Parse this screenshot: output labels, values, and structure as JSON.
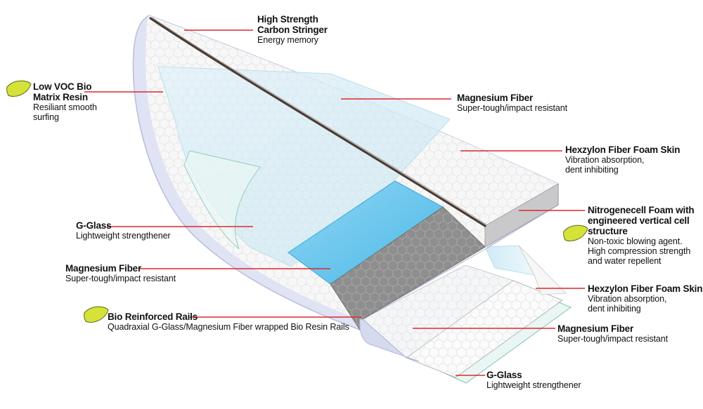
{
  "colors": {
    "leader": "#e0262e",
    "leaf": "#d4e23a",
    "foam_skin": "#f6f6f6",
    "magnesium": "#5cc3ec",
    "core": "#8f8f8f",
    "stringer": "#4a3c34",
    "rail": "#d8dcef"
  },
  "callouts": {
    "carbon_stringer": {
      "title": [
        "High Strength",
        "Carbon Stringer"
      ],
      "desc": [
        "Energy memory"
      ]
    },
    "bio_resin": {
      "title": [
        "Low VOC Bio",
        "Matrix Resin"
      ],
      "desc": [
        "Resiliant smooth",
        "surfing"
      ],
      "leaf_icon": "leaf-icon"
    },
    "magnesium_top": {
      "title": [
        "Magnesium Fiber"
      ],
      "desc": [
        "Super-tough/impact resistant"
      ]
    },
    "hexzylon_top": {
      "title": [
        "Hexzylon Fiber Foam Skin"
      ],
      "desc": [
        "Vibration absorption,",
        "dent inhibiting"
      ]
    },
    "nitrogenecell": {
      "title": [
        "Nitrogenecell Foam with",
        "engineered vertical cell",
        "structure"
      ],
      "desc": [
        "Non-toxic blowing agent.",
        "High compression strength",
        "and water repellent"
      ],
      "leaf_icon": "leaf-icon"
    },
    "gglass_left": {
      "title": [
        "G-Glass"
      ],
      "desc": [
        "Lightweight strengthener"
      ]
    },
    "magnesium_left": {
      "title": [
        "Magnesium Fiber"
      ],
      "desc": [
        "Super-tough/impact resistant"
      ]
    },
    "bio_rails": {
      "title": [
        "Bio Reinforced Rails"
      ],
      "desc": [
        "Quadraxial G-Glass/Magnesium Fiber wrapped Bio Resin Rails"
      ],
      "leaf_icon": "leaf-icon"
    },
    "hexzylon_bottom": {
      "title": [
        "Hexzylon Fiber Foam Skin"
      ],
      "desc": [
        "Vibration absorption,",
        "dent inhibiting"
      ]
    },
    "magnesium_bottom": {
      "title": [
        "Magnesium Fiber"
      ],
      "desc": [
        "Super-tough/impact resistant"
      ]
    },
    "gglass_bottom": {
      "title": [
        "G-Glass"
      ],
      "desc": [
        "Lightweight strengthener"
      ]
    }
  }
}
